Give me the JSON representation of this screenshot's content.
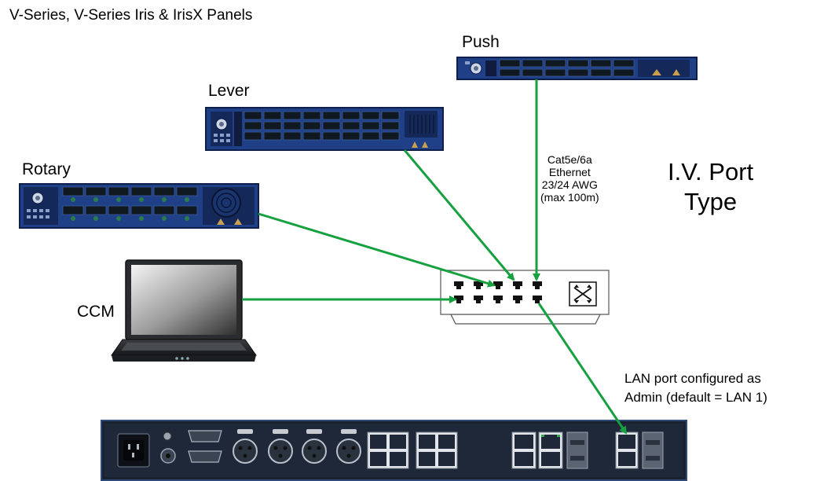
{
  "title": "V-Series, V-Series Iris & IrisX Panels",
  "panels": {
    "push": "Push",
    "lever": "Lever",
    "rotary": "Rotary"
  },
  "ccm": "CCM",
  "cable_spec": [
    "Cat5e/6a",
    "Ethernet",
    "23/24 AWG",
    "(max 100m)"
  ],
  "port_type": [
    "I.V. Port",
    "Type"
  ],
  "lan_note": [
    "LAN port configured as",
    "Admin (default = LAN 1)"
  ],
  "colors": {
    "cable": "#17a040",
    "panel_body": "#1f3f87",
    "panel_trim": "#0d1f4a",
    "frame_rear": "#1a2230",
    "switch_border": "#555555"
  }
}
